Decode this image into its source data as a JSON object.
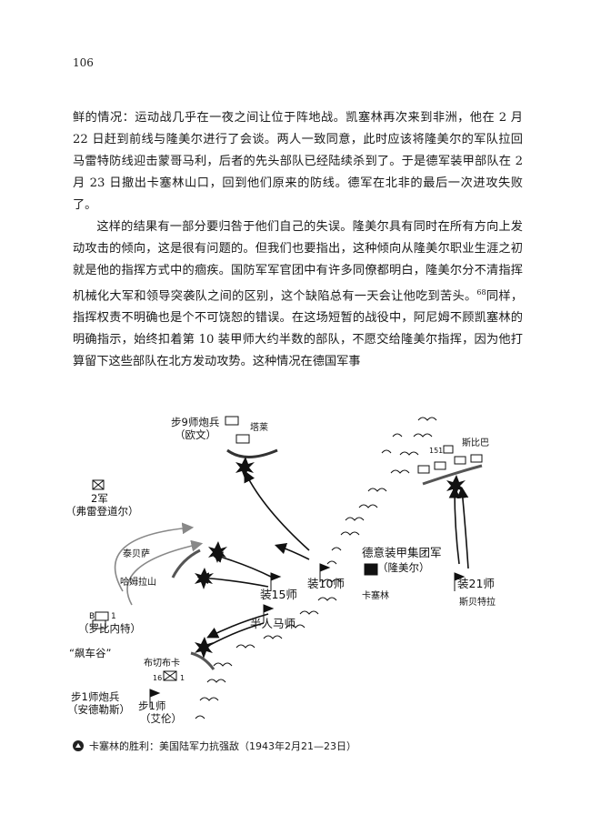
{
  "page_number": "106",
  "paragraphs": [
    "鲜的情况：运动战几乎在一夜之间让位于阵地战。凯塞林再次来到非洲，他在 2 月 22 日赶到前线与隆美尔进行了会谈。两人一致同意，此时应该将隆美尔的军队拉回马雷特防线迎击蒙哥马利，后者的先头部队已经陆续杀到了。于是德军装甲部队在 2 月 23 日撤出卡塞林山口，回到他们原来的防线。德军在北非的最后一次进攻失败了。",
    "这样的结果有一部分要归咎于他们自己的失误。隆美尔具有同时在所有方向上发动攻击的倾向，这是很有问题的。但我们也要指出，这种倾向从隆美尔职业生涯之初就是他的指挥方式中的痼疾。国防军军官团中有许多同僚都明白，隆美尔分不清指挥机械化大军和领导突袭队之间的区别，这个缺陷总有一天会让他吃到苦头。",
    "同样，指挥权责不明确也是个不可饶恕的错误。在这场短暂的战役中，阿尼姆不顾凯塞林的明确指示，始终扣着第 10 装甲师大约半数的部队，不愿交给隆美尔指挥，因为他打算留下这些部队在北方发动攻势。这种情况在德国军事"
  ],
  "footnote_ref": "68",
  "map": {
    "labels": {
      "div9_artillery": "步9师炮兵",
      "oven": "（欧文）",
      "tabarka": "塔莱",
      "corps2": "2军",
      "fredendall": "（弗雷登道尔）",
      "thala": "泰贝萨",
      "haidra": "哈姆拉山",
      "b1": "B",
      "b1_num": "1",
      "robinett": "（罗比内特）",
      "kasserine_valley": "“飙车谷”",
      "div15": "装15师",
      "div10": "装10师",
      "centauro": "半人马师",
      "ditalian": "德意装甲集团军",
      "rommel": "（隆美尔）",
      "kasserine": "卡塞林",
      "div21": "装21师",
      "sbeitla": "斯贝特拉",
      "sbiba": "斯比巴",
      "unit151": "151",
      "bou_chebka": "布切布卡",
      "unit16": "16",
      "unit16_num": "1",
      "div1_artillery": "步1师炮兵",
      "anderson": "（安德勒斯）",
      "div1": "步1师",
      "allen": "（艾伦）"
    }
  },
  "caption": "卡塞林的胜利：美国陆军力抗强敌（1943年2月21—23日）"
}
